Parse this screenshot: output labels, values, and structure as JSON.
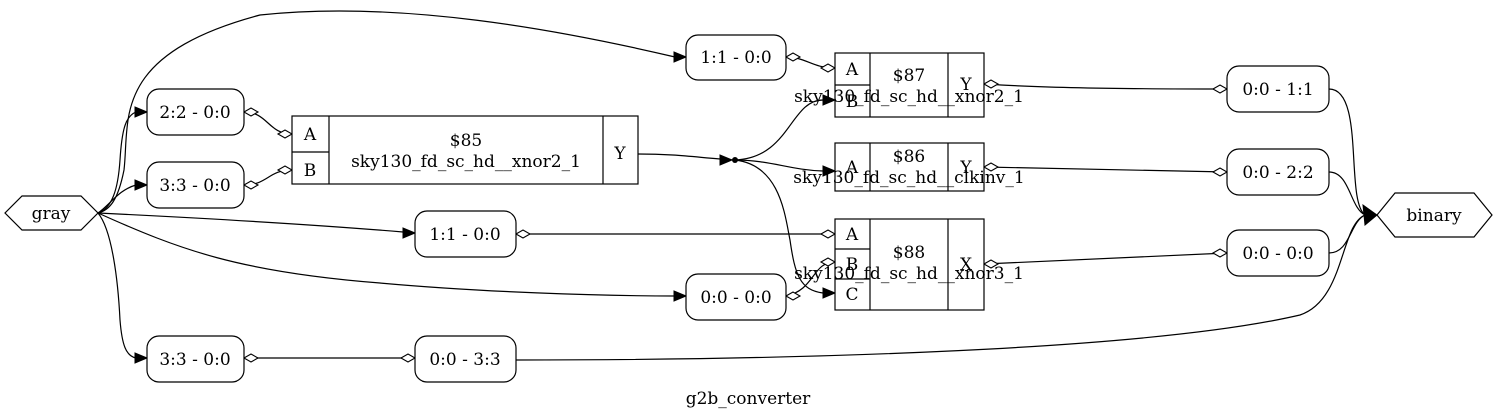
{
  "diagram": {
    "title": "g2b_converter",
    "ports": {
      "input": "gray",
      "output": "binary"
    },
    "slices": {
      "s1": "2:2 - 0:0",
      "s2": "3:3 - 0:0",
      "s3": "1:1 - 0:0",
      "s4": "1:1 - 0:0",
      "s5": "0:0 - 0:0",
      "s6": "3:3 - 0:0",
      "s7": "0:0 - 3:3",
      "o1": "0:0 - 1:1",
      "o2": "0:0 - 2:2",
      "o3": "0:0 - 0:0"
    },
    "cells": {
      "c85": {
        "id": "$85",
        "type": "sky130_fd_sc_hd__xnor2_1",
        "inputs": [
          "A",
          "B"
        ],
        "output": "Y"
      },
      "c86": {
        "id": "$86",
        "type": "sky130_fd_sc_hd__clkinv_1",
        "inputs": [
          "A"
        ],
        "output": "Y"
      },
      "c87": {
        "id": "$87",
        "type": "sky130_fd_sc_hd__xnor2_1",
        "inputs": [
          "A",
          "B"
        ],
        "output": "Y"
      },
      "c88": {
        "id": "$88",
        "type": "sky130_fd_sc_hd__xnor3_1",
        "inputs": [
          "A",
          "B",
          "C"
        ],
        "output": "X"
      }
    }
  }
}
